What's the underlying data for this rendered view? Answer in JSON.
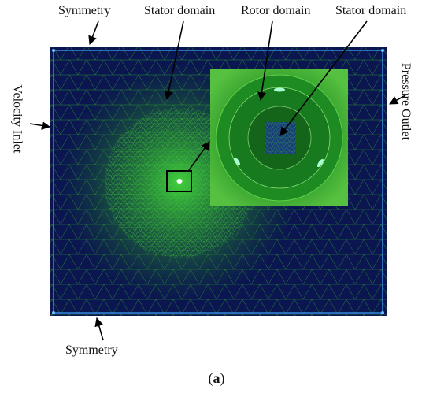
{
  "labels": {
    "symmetry_top": "Symmetry",
    "stator_domain_left": "Stator domain",
    "rotor_domain": "Rotor domain",
    "stator_domain_right": "Stator domain",
    "velocity_inlet": "Velocity Inlet",
    "pressure_outlet": "Pressure Outlet",
    "symmetry_bottom": "Symmetry"
  },
  "caption": {
    "open": "(",
    "letter": "a",
    "close": ")"
  },
  "colors": {
    "domain_background": "#0b1650",
    "mesh_line": "#2fae2a",
    "mesh_dense": "#3ed23a",
    "boundary": "#3fa6ff",
    "blade": "#a8ffd0"
  }
}
